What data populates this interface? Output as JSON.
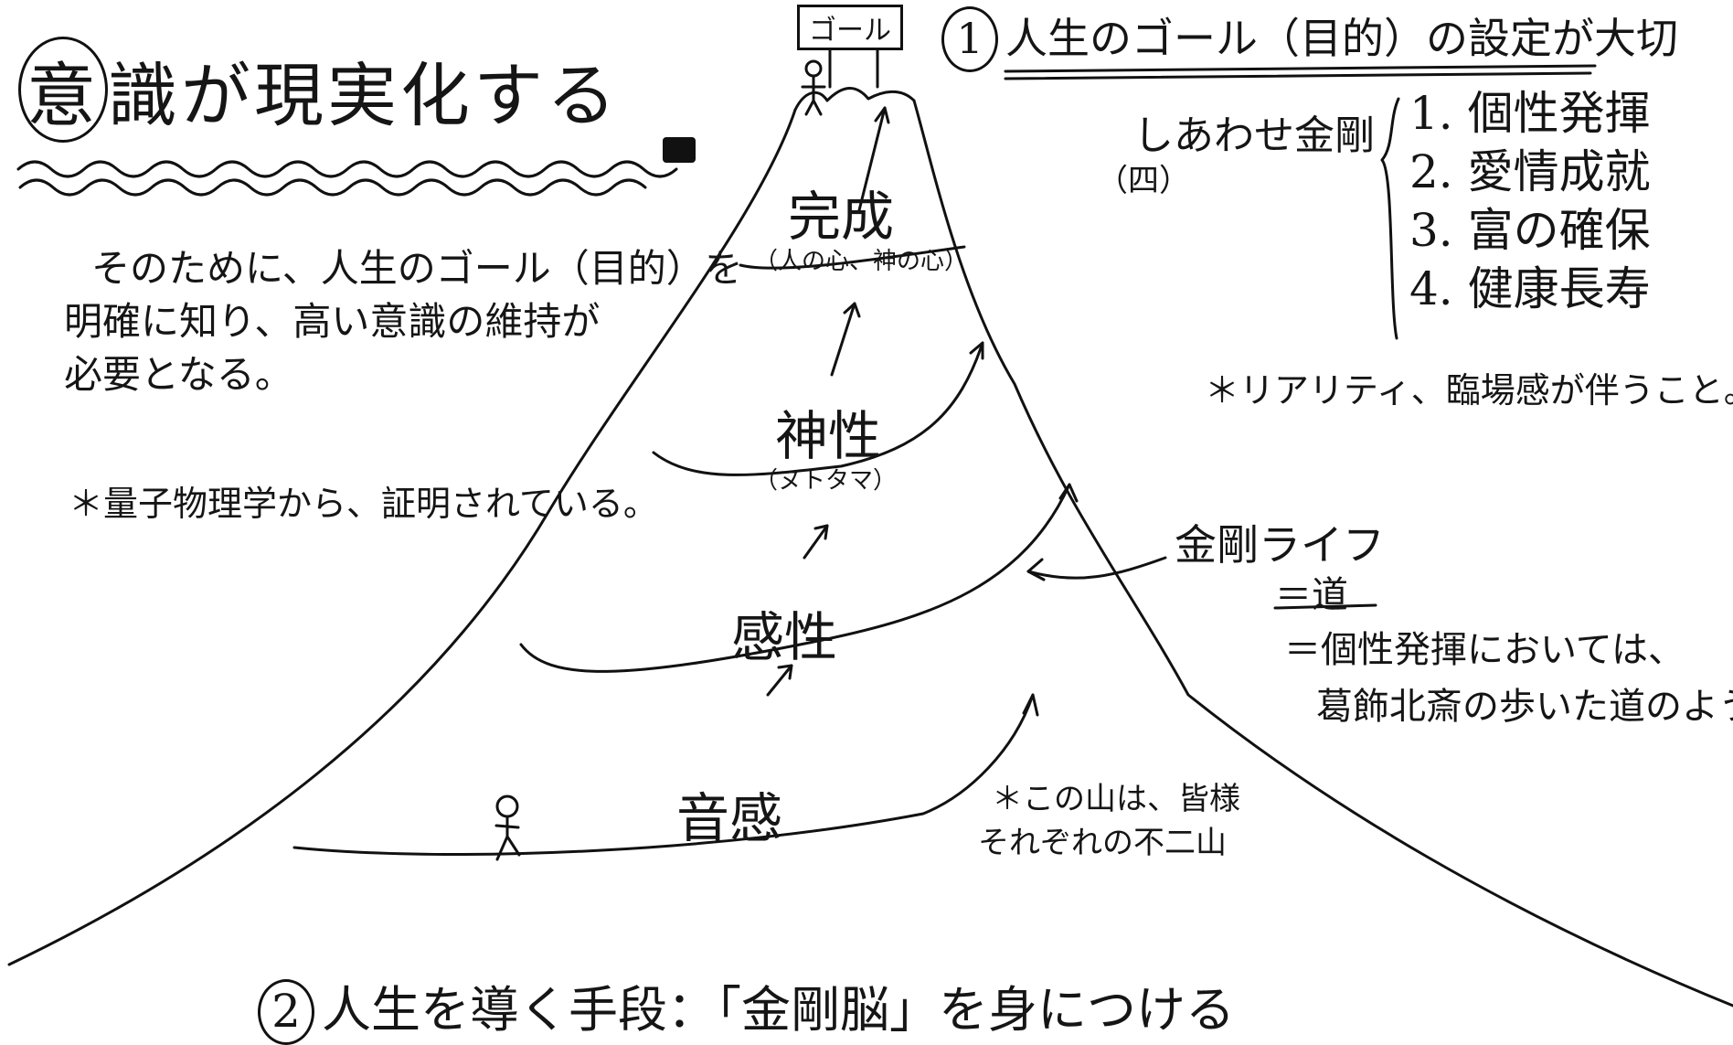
{
  "title": {
    "circled_char": "意",
    "rest": "識が現実化する"
  },
  "intro": {
    "lines": [
      "そのために、人生のゴール（目的）を",
      "明確に知り、高い意識の維持が",
      "必要となる。"
    ],
    "note": "＊量子物理学から、証明されている。"
  },
  "mountain": {
    "goal_sign": "ゴール",
    "levels": [
      {
        "label": "完成",
        "sub": "（人の心、神の心）"
      },
      {
        "label": "神性",
        "sub": "（ヌトタマ）"
      },
      {
        "label": "感性",
        "sub": ""
      },
      {
        "label": "音感",
        "sub": ""
      }
    ],
    "note_lines": [
      "＊この山は、皆様",
      "それぞれの不二山"
    ]
  },
  "section1": {
    "number": "1",
    "heading": "人生のゴール（目的）の設定が大切",
    "bracket_label": "しあわせ金剛",
    "bracket_label_sub": "（四）",
    "items": [
      "1. 個性発揮",
      "2. 愛情成就",
      "3. 富の確保",
      "4. 健康長寿"
    ],
    "note": "＊リアリティ、臨場感が伴うこと。"
  },
  "kongo_life": {
    "label": "金剛ライフ",
    "eq": "＝道",
    "detail_lines": [
      "＝個性発揮においては、",
      "葛飾北斎の歩いた道のよう"
    ]
  },
  "section2": {
    "number": "2",
    "heading": "人生を導く手段：「金剛脳」を身につける"
  }
}
